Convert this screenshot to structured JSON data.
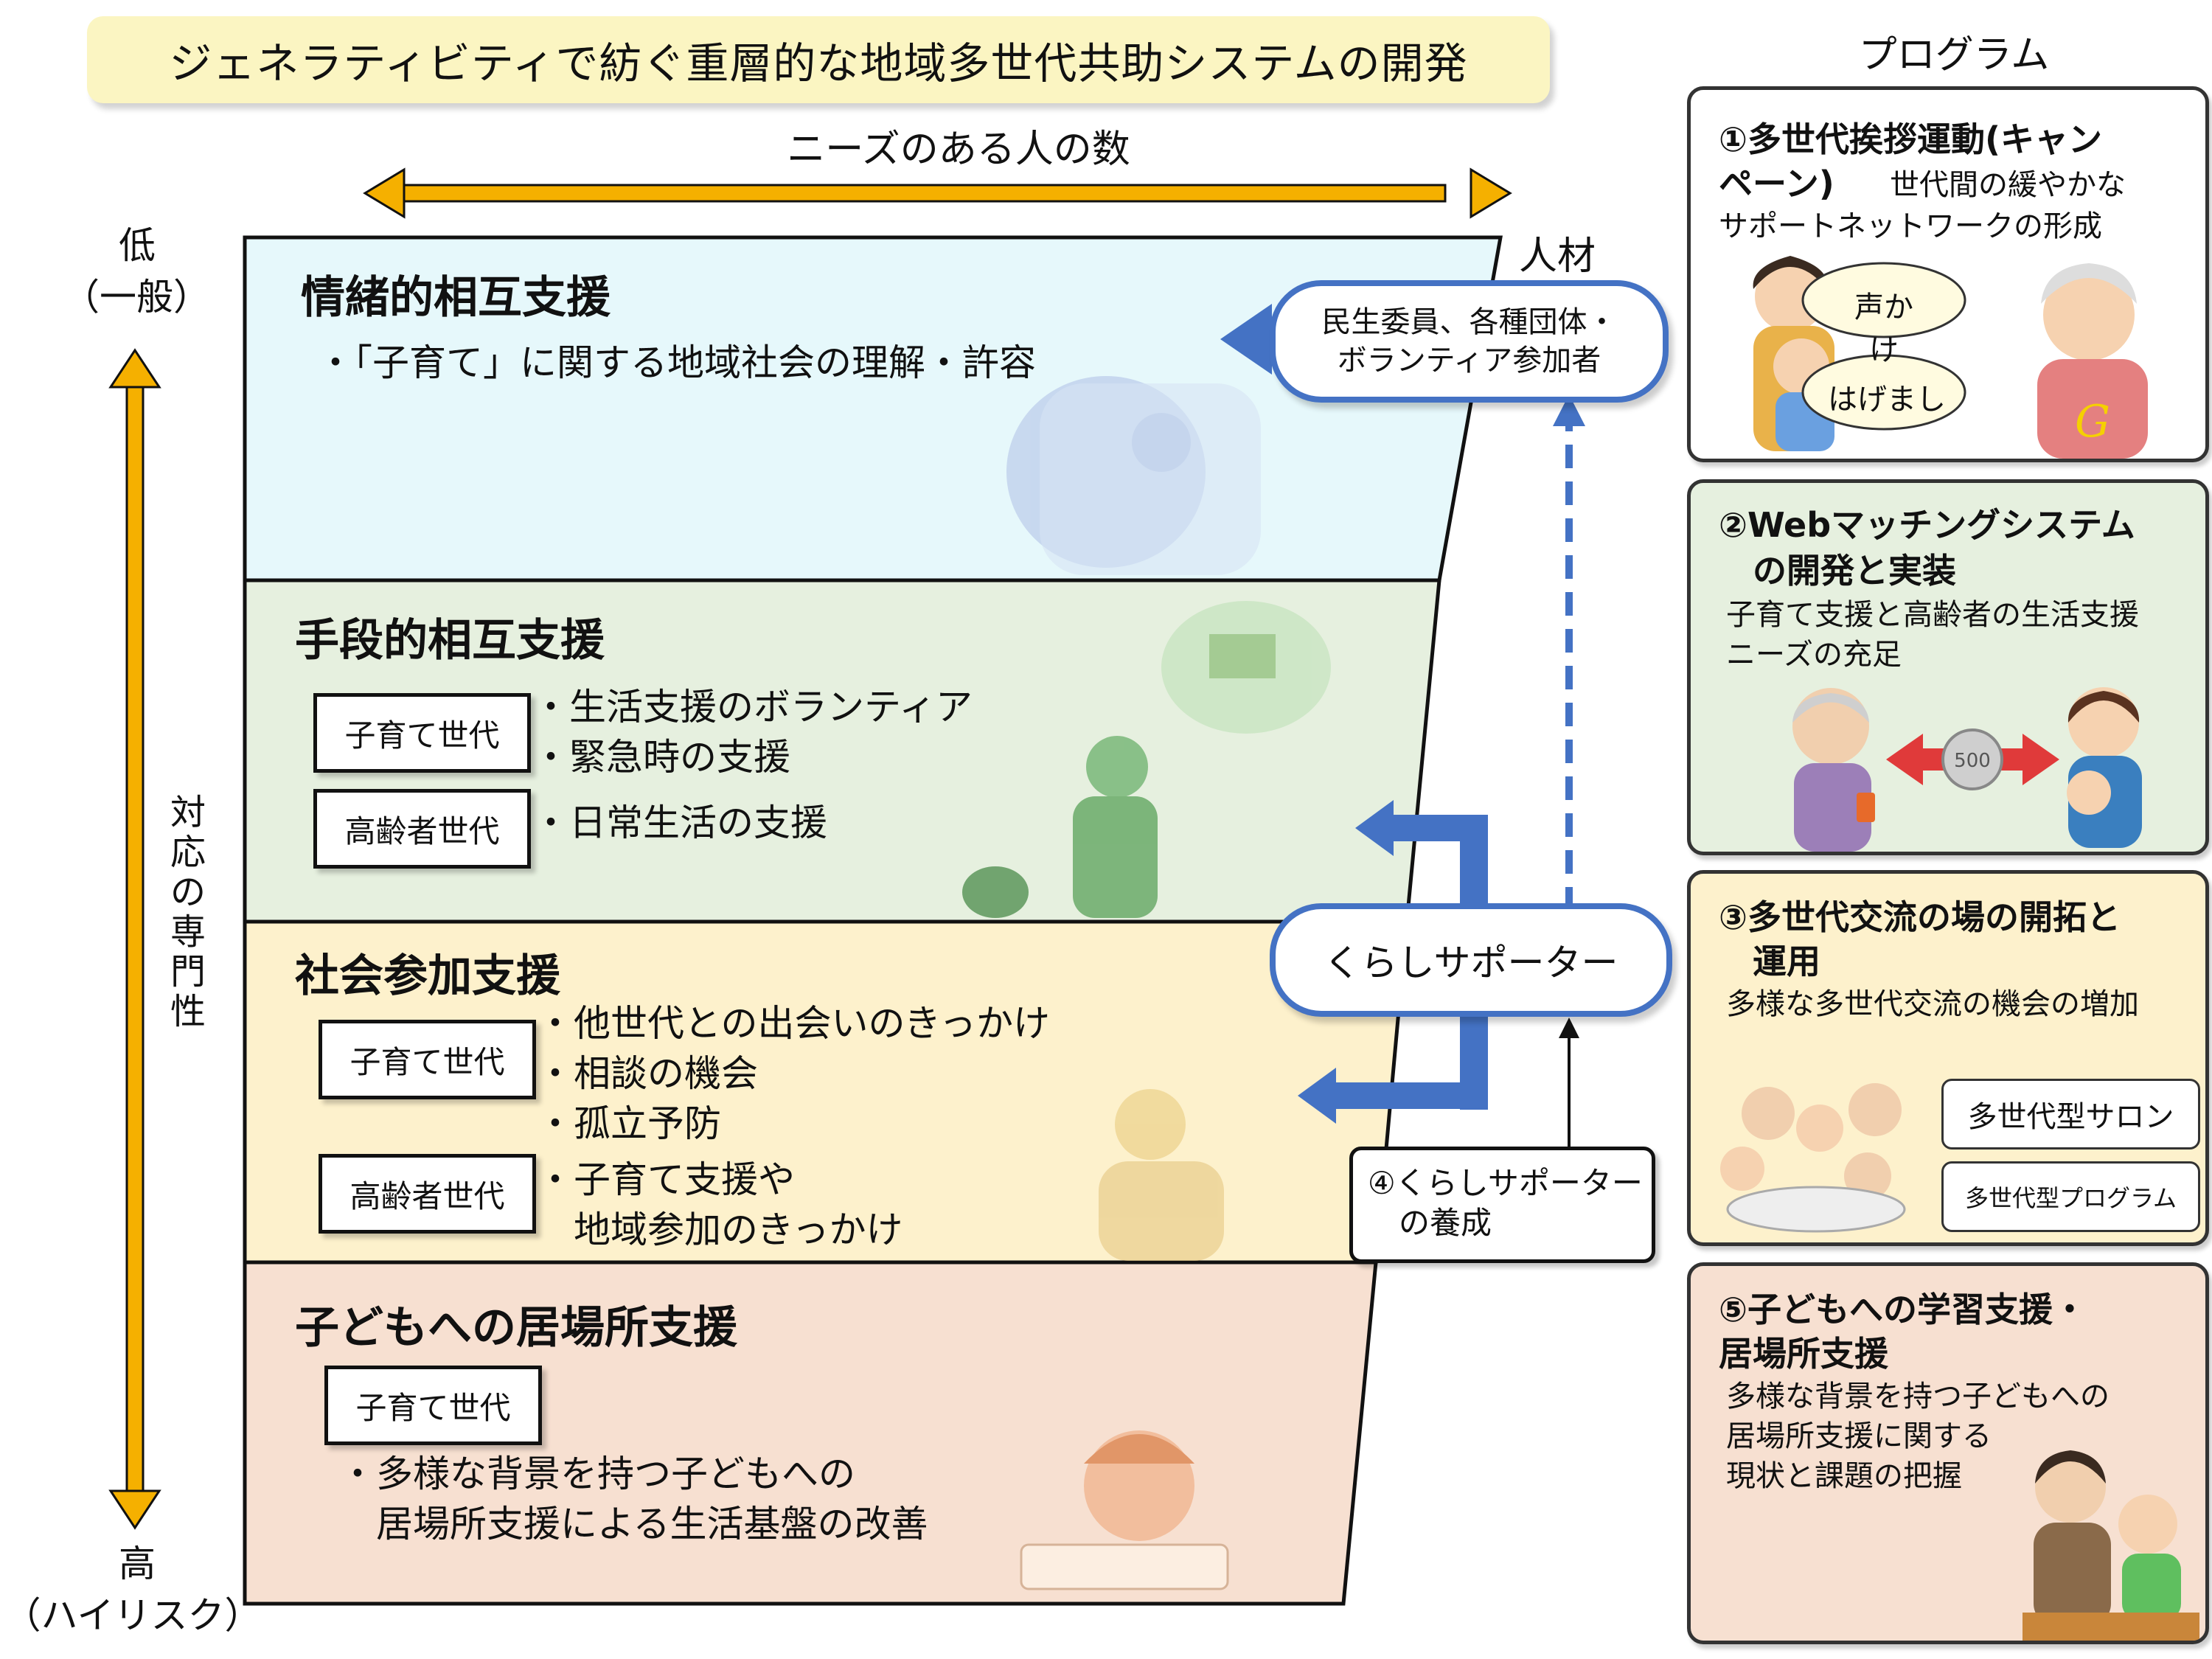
{
  "title": "ジェネラティビティで紡ぐ重層的な地域多世代共助システムの開発",
  "needs_label": "ニーズのある人の数",
  "programs_heading": "プログラム",
  "axis": {
    "low": "低",
    "low_sub": "（一般）",
    "high": "高",
    "high_sub": "（ハイリスク）",
    "vertical": [
      "対",
      "応",
      "の",
      "専",
      "門",
      "性"
    ]
  },
  "jinzai": "人材",
  "bands": [
    {
      "title": "情緒的相互支援",
      "items": [
        "・「子育て」に関する地域社会の理解・許容"
      ]
    },
    {
      "title": "手段的相互支援",
      "tag1": "子育て世代",
      "tag1_items": [
        "・生活支援のボランティア",
        "・緊急時の支援"
      ],
      "tag2": "高齢者世代",
      "tag2_items": [
        "・日常生活の支援"
      ]
    },
    {
      "title": "社会参加支援",
      "tag1": "子育て世代",
      "tag1_items": [
        "・他世代との出会いのきっかけ",
        "・相談の機会"
      ],
      "middle_item": "・孤立予防",
      "tag2": "高齢者世代",
      "tag2_items": [
        "・子育て支援や",
        "　地域参加のきっかけ"
      ]
    },
    {
      "title": "子どもへの居場所支援",
      "tag1": "子育て世代",
      "items": [
        "・多様な背景を持つ子どもへの",
        "　居場所支援による生活基盤の改善"
      ]
    }
  ],
  "minsei": [
    "民生委員、各種団体・",
    "ボランティア参加者"
  ],
  "kurashi": "くらしサポーター",
  "youseibox": [
    "④くらしサポーター",
    "　の養成"
  ],
  "programs": [
    {
      "title": "①多世代挨拶運動(キャン",
      "title2": "ペーン)",
      "desc_inline": "世代間の緩やかな",
      "desc": "サポートネットワークの形成",
      "bubble1": "声かけ",
      "bubble2": "はげまし",
      "badge": "G"
    },
    {
      "title": "②Webマッチングシステム",
      "title2": "　の開発と実装",
      "desc": "子育て支援と高齢者の生活支援",
      "desc2": "ニーズの充足",
      "coin": "500"
    },
    {
      "title": "③多世代交流の場の開拓と",
      "title2": "　運用",
      "desc": "多様な多世代交流の機会の増加",
      "box1": "多世代型サロン",
      "box2": "多世代型プログラム"
    },
    {
      "title": "⑤子どもへの学習支援・",
      "title2": "居場所支援",
      "desc": "多様な背景を持つ子どもへの",
      "desc2": "居場所支援に関する",
      "desc3": "現状と課題の把握"
    }
  ],
  "colors": {
    "band1": "#e6f8fb",
    "band2": "#e6f0df",
    "band3": "#fdf1cc",
    "band4": "#f7e0d1",
    "arrow_orange": "#f5b000",
    "arrow_blue": "#4472c4",
    "title_bg": "#fbf5c2"
  }
}
